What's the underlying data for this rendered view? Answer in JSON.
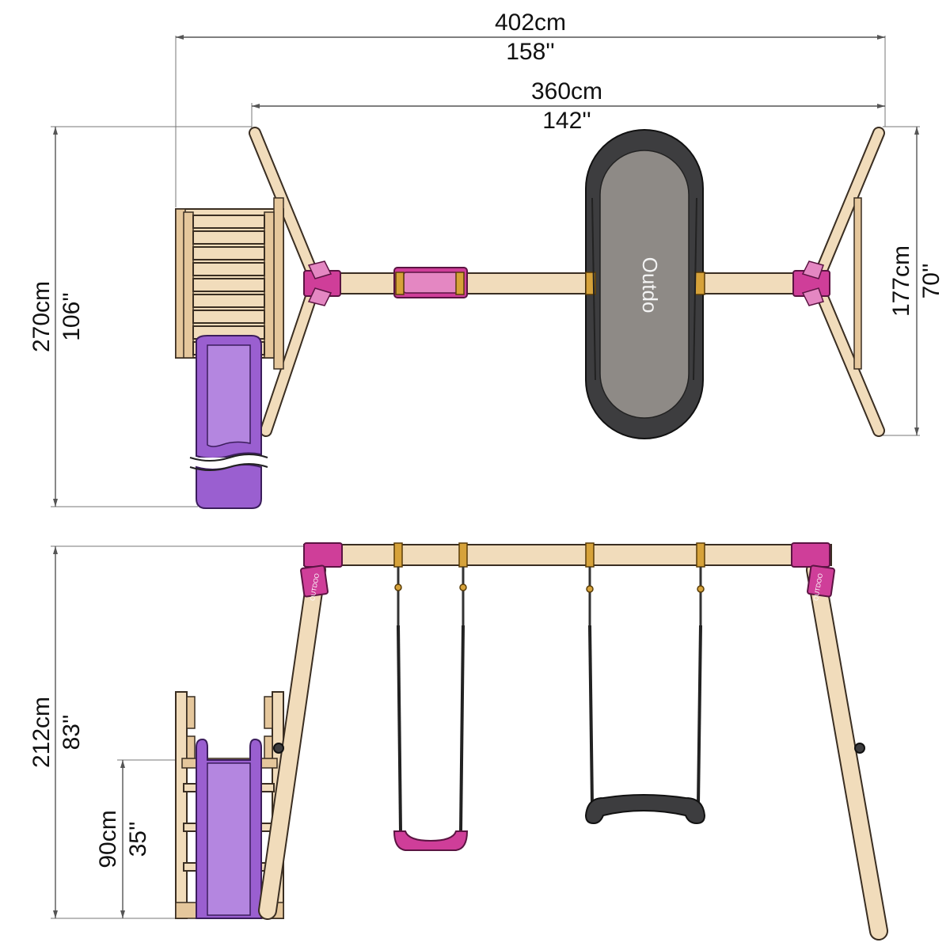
{
  "top_view": {
    "overall_length_cm": "402cm",
    "overall_length_in": "158''",
    "frame_length_cm": "360cm",
    "frame_length_in": "142''",
    "overall_depth_cm": "270cm",
    "overall_depth_in": "106''",
    "frame_depth_cm": "177cm",
    "frame_depth_in": "70''",
    "nest_logo": "Outdo"
  },
  "side_view": {
    "height_cm": "212cm",
    "height_in": "83''",
    "platform_height_cm": "90cm",
    "platform_height_in": "35''",
    "badge_text": "OUTDOO"
  },
  "colors": {
    "wood": "#f1dcbb",
    "pink": "#cf3e99",
    "purple_slide": "#9a5fd0",
    "gold_bracket": "#d6a23a",
    "dark_seat": "#3d3d3f"
  }
}
